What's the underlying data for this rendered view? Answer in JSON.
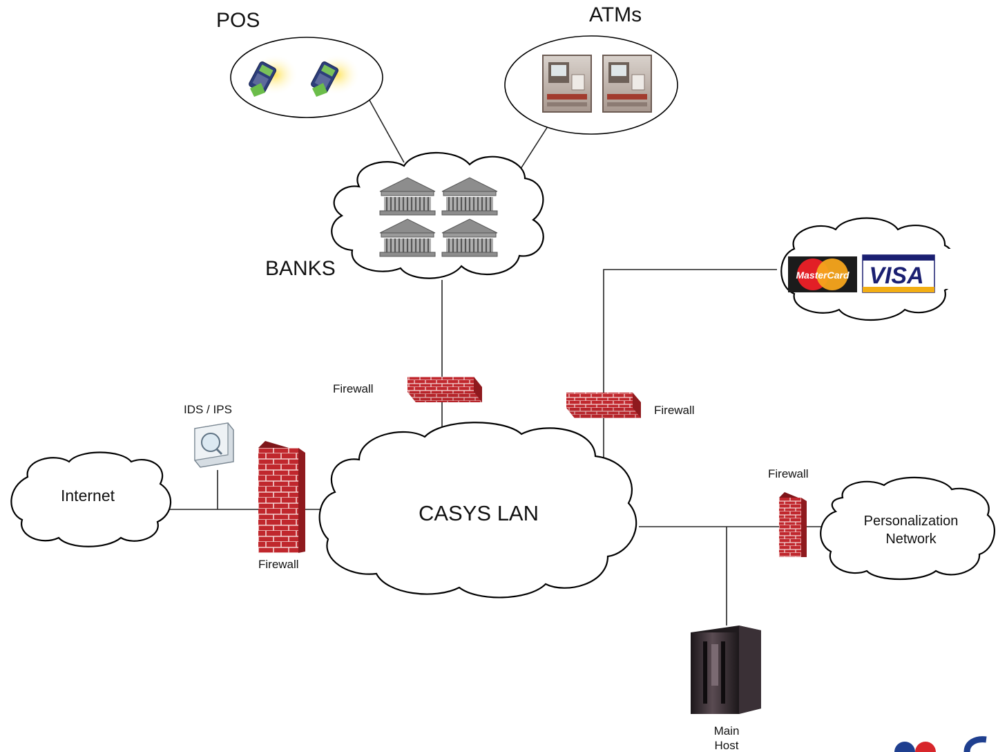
{
  "labels": {
    "pos": "POS",
    "atms": "ATMs",
    "banks": "BANKS",
    "casys_lan": "CASYS LAN",
    "internet": "Internet",
    "ids_ips": "IDS / IPS",
    "firewall_internet": "Firewall",
    "firewall_banks": "Firewall",
    "firewall_cards": "Firewall",
    "firewall_personalization": "Firewall",
    "personalization_line1": "Personalization",
    "personalization_line2": "Network",
    "main_host_line1": "Main",
    "main_host_line2": "Host"
  },
  "card_brands": {
    "mastercard": "MasterCard",
    "visa": "VISA"
  },
  "colors": {
    "firewall_brick": "#c0272d",
    "mastercard_red": "#e21f26",
    "mastercard_yellow": "#f7a51c",
    "visa_blue": "#1a1f71",
    "visa_gold": "#f2ae14",
    "host_dark": "#2b2428"
  },
  "icons": [
    "pos-terminal-icon",
    "atm-icon",
    "bank-building-icon",
    "firewall-icon",
    "ids-sensor-icon",
    "mainframe-icon",
    "company-logo"
  ]
}
